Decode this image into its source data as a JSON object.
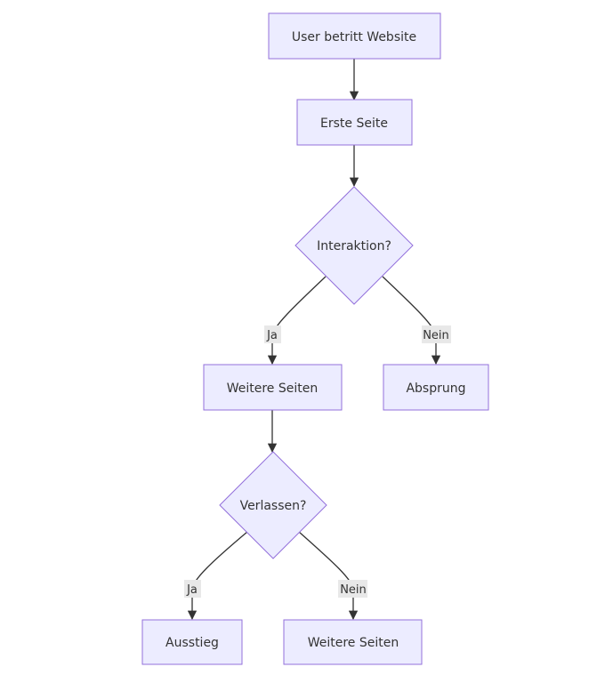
{
  "flowchart": {
    "nodes": {
      "start": "User betritt Website",
      "first_page": "Erste Seite",
      "interaction": "Interaktion?",
      "more_pages_1": "Weitere Seiten",
      "bounce": "Absprung",
      "leave": "Verlassen?",
      "exit": "Ausstieg",
      "more_pages_2": "Weitere Seiten"
    },
    "edges": {
      "interaction_yes": "Ja",
      "interaction_no": "Nein",
      "leave_yes": "Ja",
      "leave_no": "Nein"
    },
    "colors": {
      "node_fill": "#ECECFF",
      "node_stroke": "#9370DB",
      "edge": "#333333",
      "label_bg": "#e8e8e8"
    }
  }
}
